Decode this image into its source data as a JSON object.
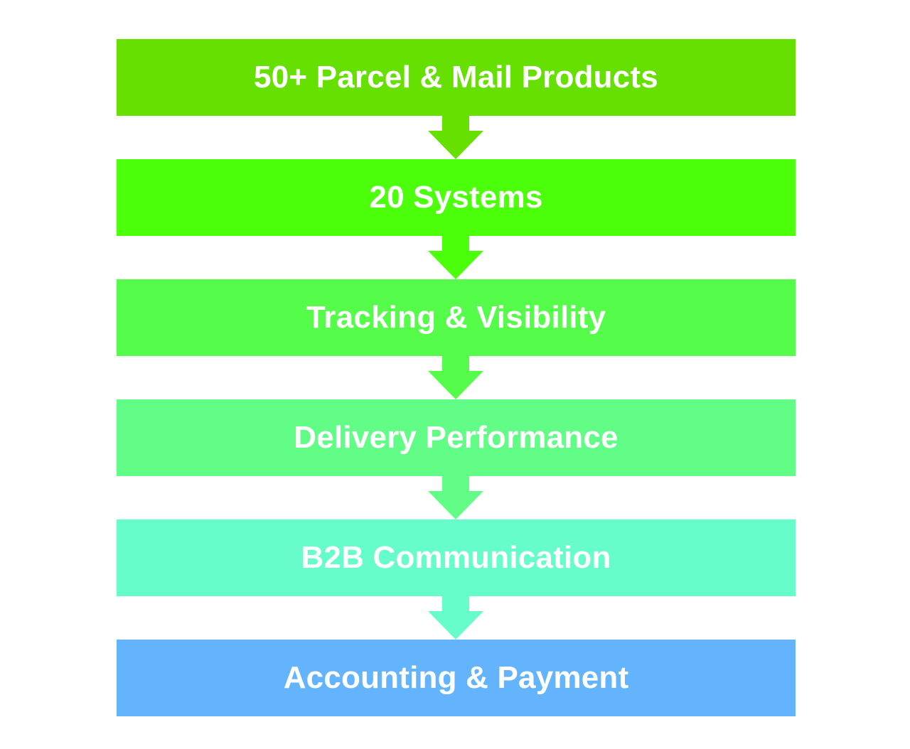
{
  "steps": [
    {
      "label": "50+ Parcel & Mail Products",
      "color": "#66e000"
    },
    {
      "label": "20 Systems",
      "color": "#4cff0a"
    },
    {
      "label": "Tracking & Visibility",
      "color": "#55fd4a"
    },
    {
      "label": "Delivery Performance",
      "color": "#62fd86"
    },
    {
      "label": "B2B Communication",
      "color": "#66fdcb"
    },
    {
      "label": "Accounting & Payment",
      "color": "#63b4fd"
    }
  ],
  "arrows": [
    {
      "color": "#66e000"
    },
    {
      "color": "#4cff0a"
    },
    {
      "color": "#55fd4a"
    },
    {
      "color": "#62fd86"
    },
    {
      "color": "#66fdcb"
    }
  ]
}
